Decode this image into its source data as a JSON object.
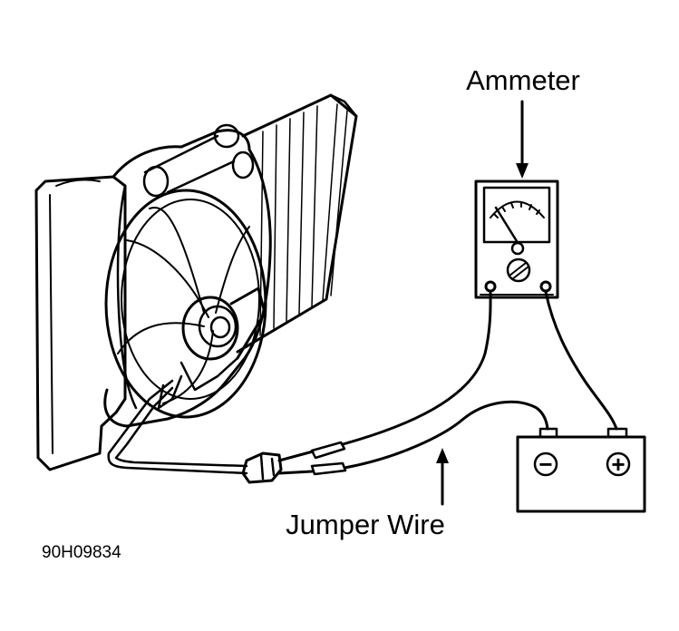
{
  "labels": {
    "ammeter": "Ammeter",
    "jumper_wire": "Jumper Wire",
    "figure_code": "90H09834"
  },
  "battery": {
    "negative_symbol": "−",
    "positive_symbol": "+"
  },
  "colors": {
    "line": "#000000",
    "background": "#ffffff"
  }
}
